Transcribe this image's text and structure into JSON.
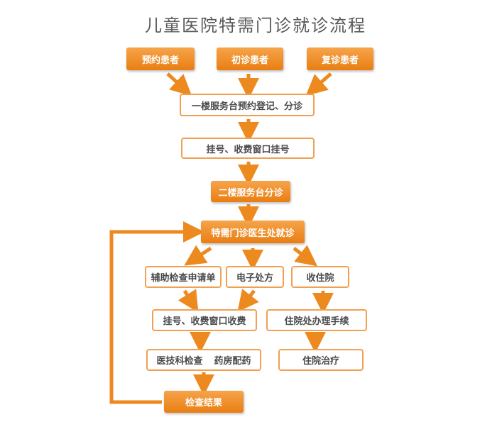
{
  "title": "儿童医院特需门诊就诊流程",
  "nodes": {
    "appointment_patient": "预约患者",
    "first_visit_patient": "初诊患者",
    "return_visit_patient": "复诊患者",
    "first_floor_desk": "一楼服务台预约登记、分诊",
    "registration_window": "挂号、收费窗口挂号",
    "second_floor_desk": "二楼服务台分诊",
    "special_clinic_doctor": "特需门诊医生处就诊",
    "auxiliary_exam_request": "辅助检查申请单",
    "e_prescription": "电子处方",
    "admission": "收住院",
    "payment_window": "挂号、收费窗口收费",
    "inpatient_office": "住院处办理手续",
    "medical_tech_exam": "医技科检查",
    "pharmacy_dispense": "药房配药",
    "inpatient_treatment": "住院治疗",
    "exam_result": "检查结果"
  },
  "colors": {
    "accent": "#ed8a1f",
    "accent_light": "#f6a44a",
    "outline_border": "#f0a050",
    "text_dark": "#4a4a4a"
  }
}
